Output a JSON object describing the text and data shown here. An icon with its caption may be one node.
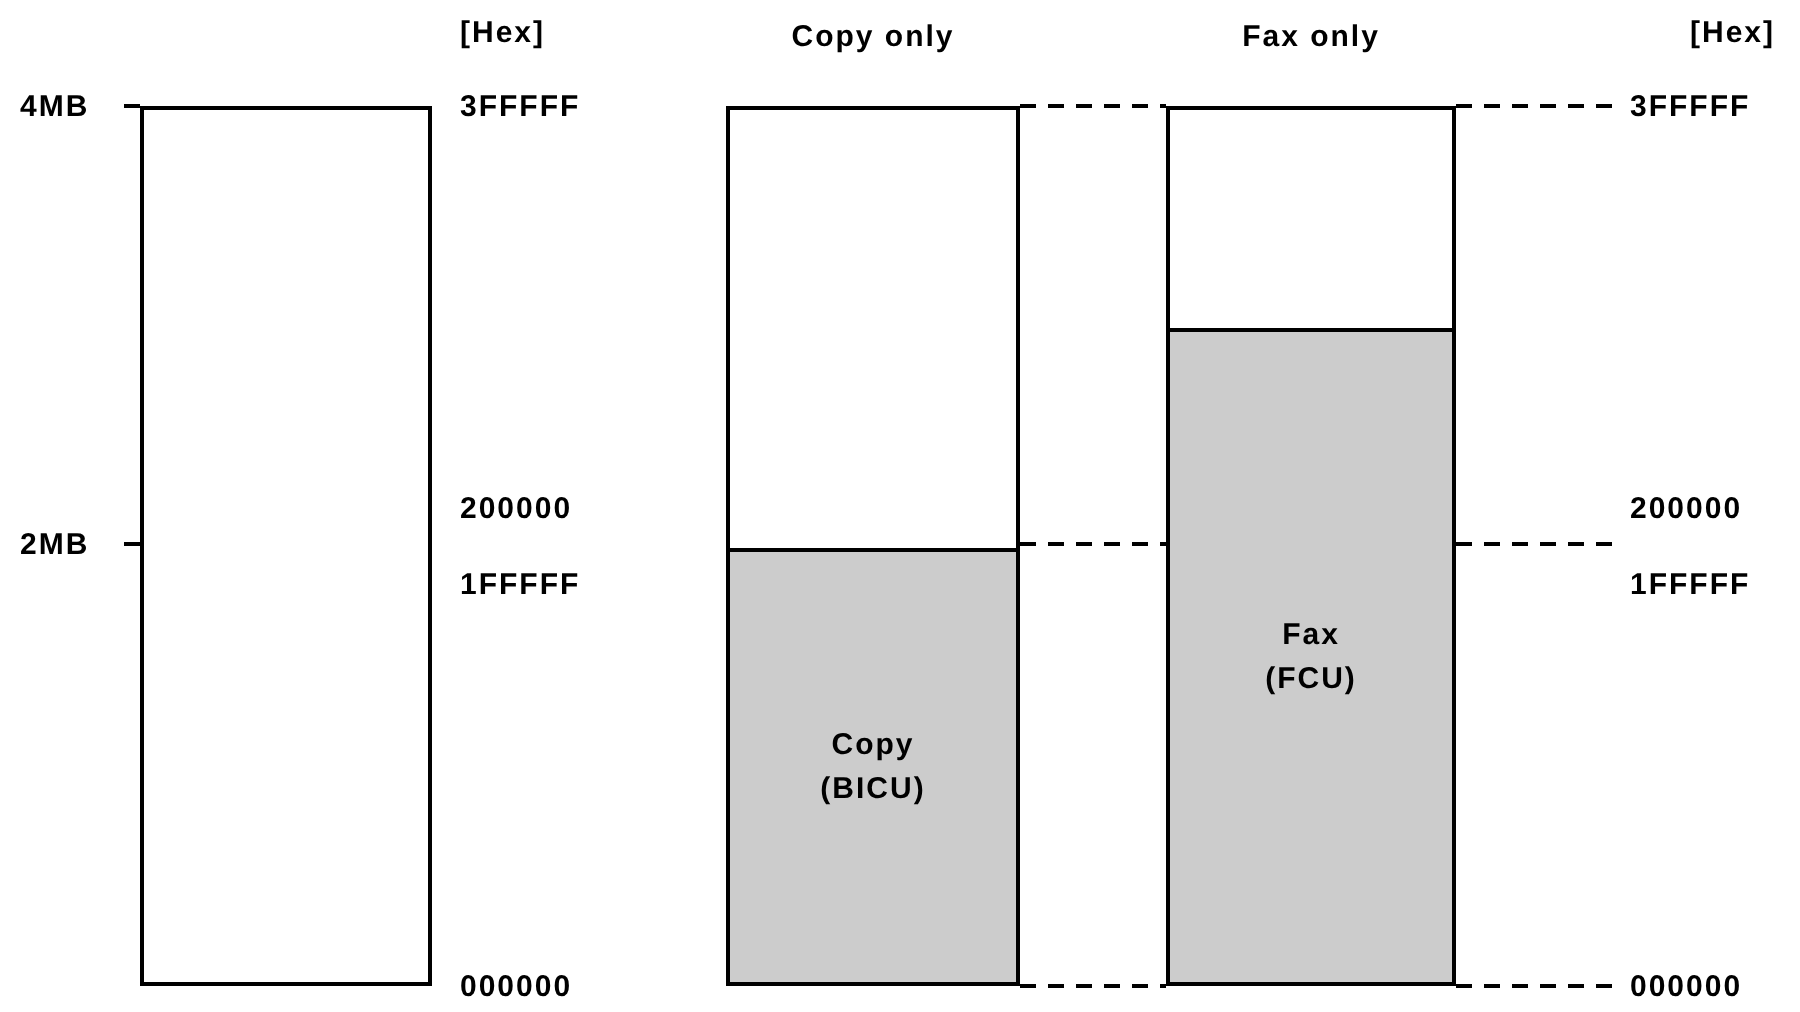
{
  "diagram": {
    "nodes": [
      {
        "text": [],
        "shape": "box"
      },
      {
        "text": [
          "Copy only"
        ]
      },
      {
        "text": [
          "Copy (BICU)"
        ],
        "in": 1
      },
      {
        "text": [
          "Fax only"
        ]
      },
      {
        "text": [
          "Fax (FCU)"
        ],
        "in": 3
      }
    ],
    "labels": [
      "[Hex]",
      "[Hex]",
      "4MB",
      "3FFFFF",
      "3FFFFF",
      "2MB",
      "200000",
      "200000",
      "1FFFFF",
      "1FFFFF",
      "000000",
      "000000"
    ]
  }
}
